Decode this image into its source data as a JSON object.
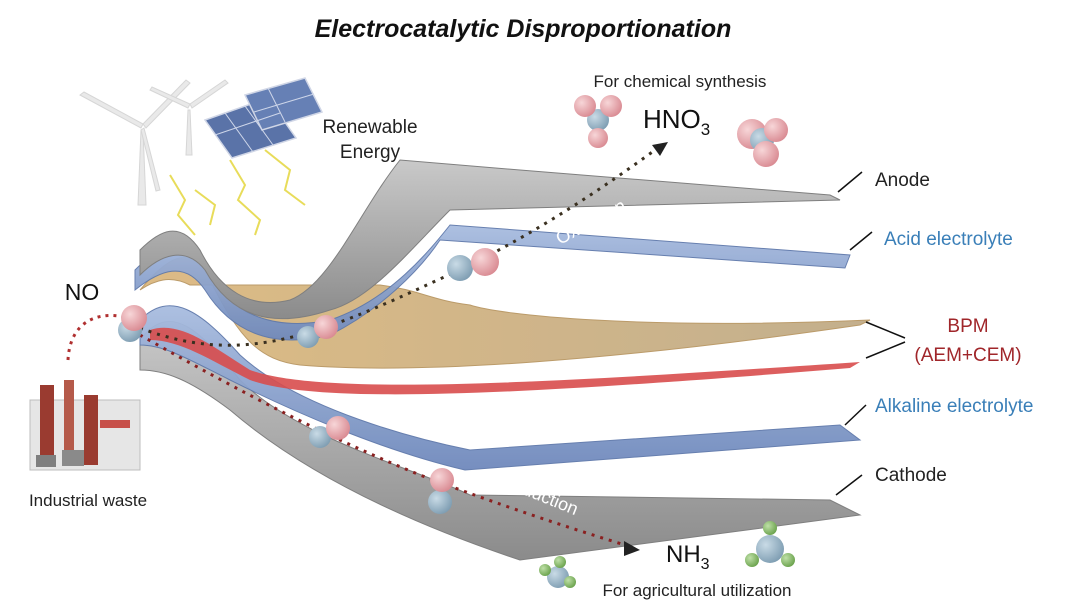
{
  "title": "Electrocatalytic Disproportionation",
  "labels": {
    "renewable_line1": "Renewable",
    "renewable_line2": "Energy",
    "no": "NO",
    "industrial_waste": "Industrial waste",
    "chem_synthesis": "For chemical synthesis",
    "hno3_main": "HNO",
    "hno3_sub": "3",
    "nh3_main": "NH",
    "nh3_sub": "3",
    "agri": "For agricultural utilization",
    "oxidation": "Oxidation",
    "reduction": "Reduction",
    "anode": "Anode",
    "acid": "Acid electrolyte",
    "bpm_line1": "BPM",
    "bpm_line2": "(AEM+CEM)",
    "alkaline": "Alkaline electrolyte",
    "cathode": "Cathode"
  },
  "colors": {
    "acid_text": "#3a7fb8",
    "bpm_text": "#a0262a",
    "oxidation_path": "#c8b24a",
    "reduction_path": "#b03030",
    "electrode_gray": "#9a9a9a",
    "electrolyte_blue": "#8ea5cf",
    "membrane_tan": "#c9a46a",
    "membrane_red": "#d44a4a"
  },
  "icons": [
    "wind-turbine-icon",
    "solar-panel-icon",
    "lightning-icon",
    "factory-icon",
    "molecule-icon"
  ]
}
